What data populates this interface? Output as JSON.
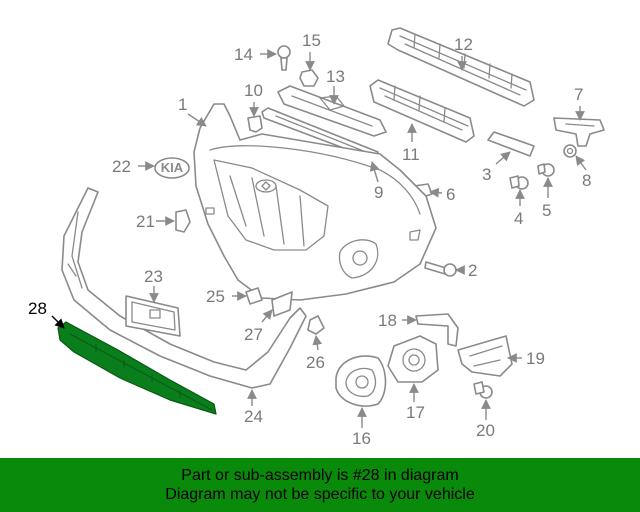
{
  "diagram": {
    "callouts": {
      "c1": "1",
      "c2": "2",
      "c3": "3",
      "c4": "4",
      "c5": "5",
      "c6": "6",
      "c7": "7",
      "c8": "8",
      "c9": "9",
      "c10": "10",
      "c11": "11",
      "c12": "12",
      "c13": "13",
      "c14": "14",
      "c15": "15",
      "c16": "16",
      "c17": "17",
      "c18": "18",
      "c19": "19",
      "c20": "20",
      "c21": "21",
      "c22": "22",
      "c23": "23",
      "c24": "24",
      "c25": "25",
      "c26": "26",
      "c27": "27",
      "c28": "28"
    },
    "badge_text": "KIA",
    "highlighted_part": "28",
    "colors": {
      "highlight": "#0a7d1c",
      "footer_bg": "#0a8a0a",
      "line": "#8a8a8a"
    }
  },
  "footer": {
    "line1": "Part or sub-assembly is #28 in diagram",
    "line2": "Diagram may not be specific to your vehicle"
  }
}
